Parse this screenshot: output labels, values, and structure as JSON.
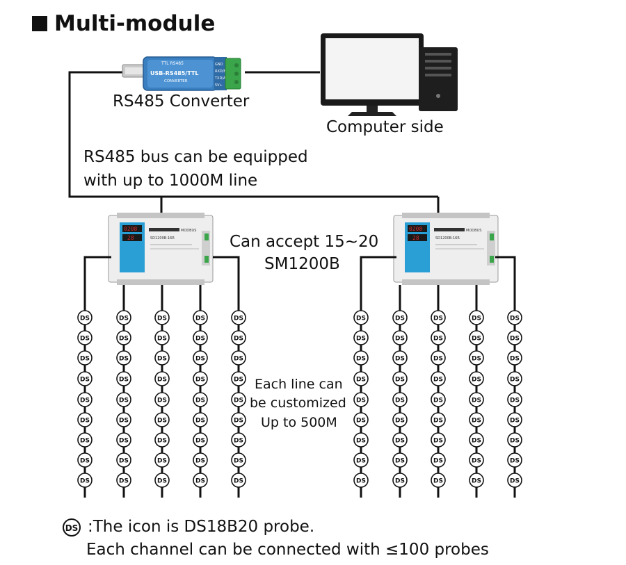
{
  "title": "Multi-module",
  "converter": {
    "label": "RS485 Converter",
    "device_top_text": "TTL     RS485",
    "device_main_text": "USB-RS485/TTL",
    "device_sub_text": "CONVERTER",
    "pins": [
      "GND",
      "RXD/B-",
      "TXD/A+",
      "5V+"
    ]
  },
  "computer": {
    "label": "Computer side"
  },
  "bus_note": {
    "line1": "RS485 bus can be equipped",
    "line2": "with up to 1000M line"
  },
  "modules": [
    {
      "display_top": "0208",
      "display_bottom": "28",
      "model": "SD1200B-16R",
      "brand": "MODBUS"
    },
    {
      "display_top": "0208",
      "display_bottom": "28",
      "model": "SD1200B-16R",
      "brand": "MODBUS"
    }
  ],
  "capacity_note": {
    "line1": "Can accept 15~20",
    "line2": "SM1200B"
  },
  "line_note": {
    "line1": "Each line can",
    "line2": "be customized",
    "line3": "Up to 500M"
  },
  "probe_icon_text": "DS",
  "legend": {
    "icon_text": "DS",
    "line1": ":The icon is DS18B20 probe.",
    "line2": "Each channel can be connected with ≤100 probes"
  },
  "colors": {
    "line": "#111111",
    "module_body": "#eeeeee",
    "module_panel": "#2a9fd6",
    "display": "#d42a2a",
    "terminal_green": "#3aa54a",
    "converter_blue": "#3a7fc0"
  }
}
